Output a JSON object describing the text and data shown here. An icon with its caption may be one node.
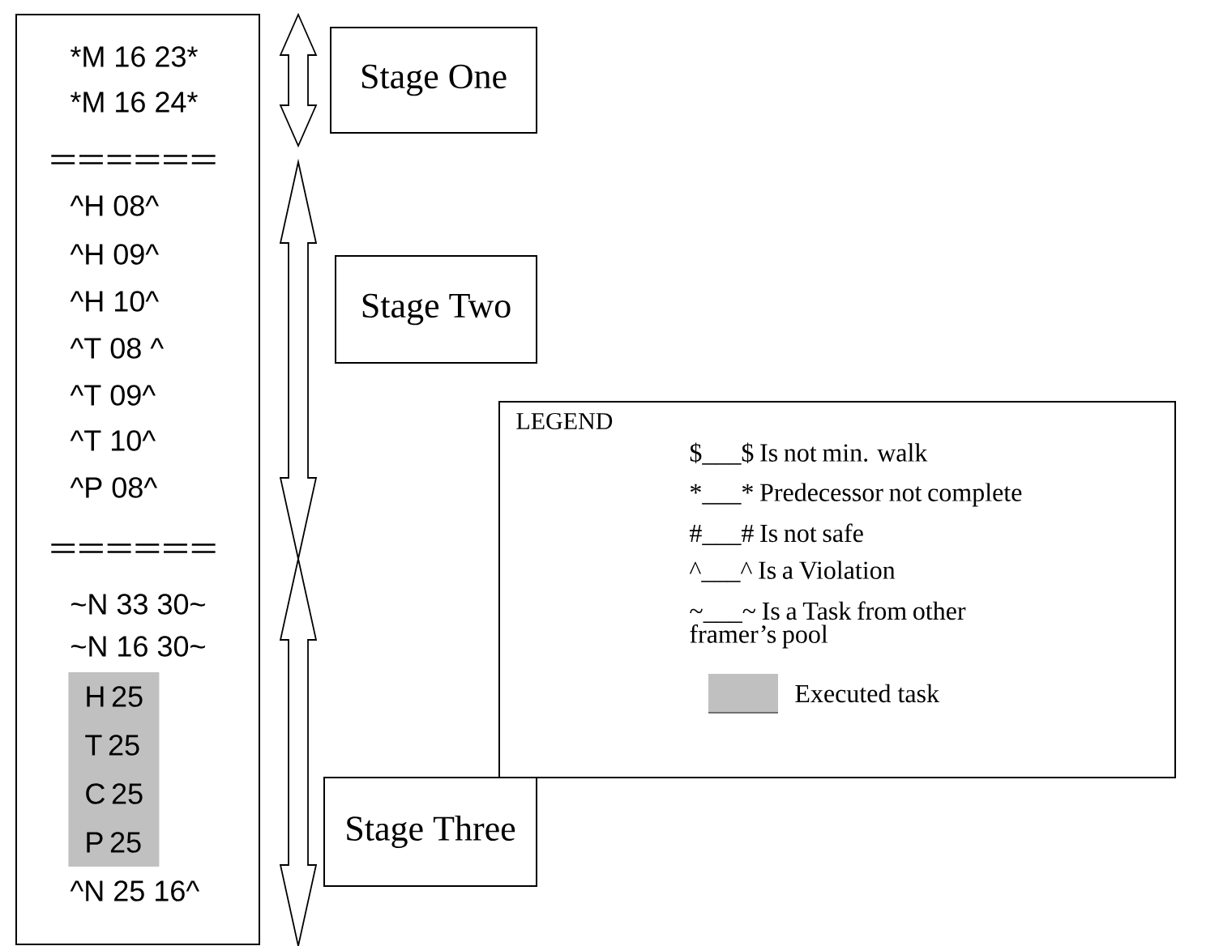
{
  "diagram": {
    "nodes": [
      {
        "text": [
          "*M 16 23*",
          "*M 16 24*",
          "======",
          "^H 08^",
          "^H 09^",
          "^H 10^",
          "^T 08 ^",
          "^T 09^",
          "^T 10^",
          "^P 08^",
          "======",
          "~N 33 30~",
          "~N 16 30~",
          "^N 25 16^"
        ]
      },
      {
        "text": [
          "H 25"
        ],
        "in": 0
      },
      {
        "text": [
          "T 25"
        ],
        "in": 0
      },
      {
        "text": [
          "C 25"
        ],
        "in": 0
      },
      {
        "text": [
          "P 25"
        ],
        "in": 0
      },
      {
        "text": [
          "Stage One"
        ]
      },
      {
        "text": [
          "Stage Two"
        ]
      },
      {
        "text": [
          "Stage Three"
        ]
      },
      {
        "text": [
          "LEGEND"
        ]
      }
    ],
    "legend": [
      {
        "text": "$___$ Is not min. walk"
      },
      {
        "text": "*___* Predecessor not complete"
      },
      {
        "text": "#___# Is not safe"
      },
      {
        "text": "^___^ Is a Violation"
      },
      {
        "text": "~___~ Is a Task from other framer’s pool"
      },
      {
        "text": "Executed task",
        "color": "#c0c0c0"
      }
    ]
  }
}
